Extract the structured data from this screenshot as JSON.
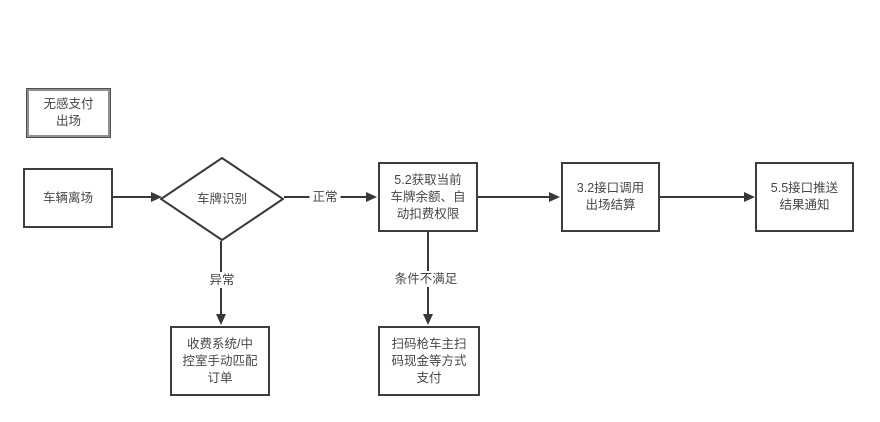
{
  "diagram": {
    "background": "#ffffff",
    "line_color": "#383838",
    "text_color": "#474747",
    "box_border_color": "#3d3d3d",
    "title_box_border_color": "#8f8f8f",
    "nodes": {
      "contactless_exit": {
        "shape": "rect",
        "label": "无感支付\n出场"
      },
      "vehicle_leave": {
        "shape": "rect",
        "label": "车辆离场"
      },
      "plate_recognition": {
        "shape": "diamond",
        "label": "车牌识别"
      },
      "get_balance": {
        "shape": "rect",
        "label": "5.2获取当前\n车牌余额、自\n动扣费权限"
      },
      "exit_settlement": {
        "shape": "rect",
        "label": "3.2接口调用\n出场结算"
      },
      "result_notify": {
        "shape": "rect",
        "label": "5.5接口推送\n结果通知"
      },
      "manual_match": {
        "shape": "rect",
        "label": "收费系统/中\n控室手动匹配\n订单"
      },
      "scan_pay": {
        "shape": "rect",
        "label": "扫码枪车主扫\n码现金等方式\n支付"
      }
    },
    "edge_labels": {
      "normal": "正常",
      "abnormal": "异常",
      "condition_not_met": "条件不满足"
    }
  }
}
